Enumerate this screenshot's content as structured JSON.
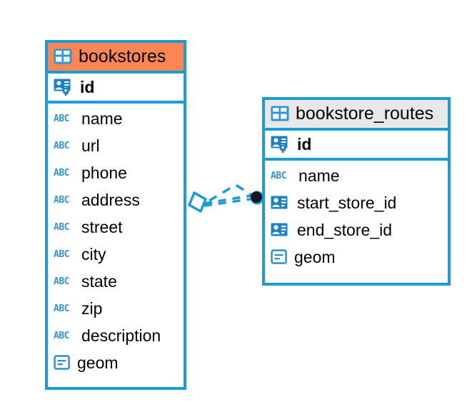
{
  "diagram": {
    "type": "entity-relationship-diagram",
    "background_color": "#ffffff",
    "accent_color": "#1b9bd8",
    "highlight_color": "#fb8653",
    "header_gray": "#e8e8e8",
    "icon_blue": "#3295d6"
  },
  "entities": [
    {
      "name": "bookstores",
      "header_style": "orange",
      "table_icon": "table-icon",
      "primary_keys": [
        {
          "label": "id",
          "icon": "primary-key-icon",
          "bold": true
        }
      ],
      "fields": [
        {
          "label": "name",
          "icon": "abc-text-icon",
          "icon_text": "ABC"
        },
        {
          "label": "url",
          "icon": "abc-text-icon",
          "icon_text": "ABC"
        },
        {
          "label": "phone",
          "icon": "abc-text-icon",
          "icon_text": "ABC"
        },
        {
          "label": "address",
          "icon": "abc-text-icon",
          "icon_text": "ABC"
        },
        {
          "label": "street",
          "icon": "abc-text-icon",
          "icon_text": "ABC"
        },
        {
          "label": "city",
          "icon": "abc-text-icon",
          "icon_text": "ABC"
        },
        {
          "label": "state",
          "icon": "abc-text-icon",
          "icon_text": "ABC"
        },
        {
          "label": "zip",
          "icon": "abc-text-icon",
          "icon_text": "ABC"
        },
        {
          "label": "description",
          "icon": "abc-text-icon",
          "icon_text": "ABC"
        },
        {
          "label": "geom",
          "icon": "geometry-icon"
        }
      ]
    },
    {
      "name": "bookstore_routes",
      "header_style": "gray",
      "table_icon": "table-icon",
      "primary_keys": [
        {
          "label": "id",
          "icon": "primary-key-icon",
          "bold": true
        }
      ],
      "fields": [
        {
          "label": "name",
          "icon": "abc-text-icon",
          "icon_text": "ABC"
        },
        {
          "label": "start_store_id",
          "icon": "foreign-key-icon"
        },
        {
          "label": "end_store_id",
          "icon": "foreign-key-icon"
        },
        {
          "label": "geom",
          "icon": "geometry-icon"
        }
      ]
    }
  ],
  "relationship": {
    "style": "dashed",
    "color": "#1b9bd8",
    "source_marker": "diamond-marker",
    "target_marker": "filled-circle-marker",
    "cardinality": "one-to-many"
  }
}
